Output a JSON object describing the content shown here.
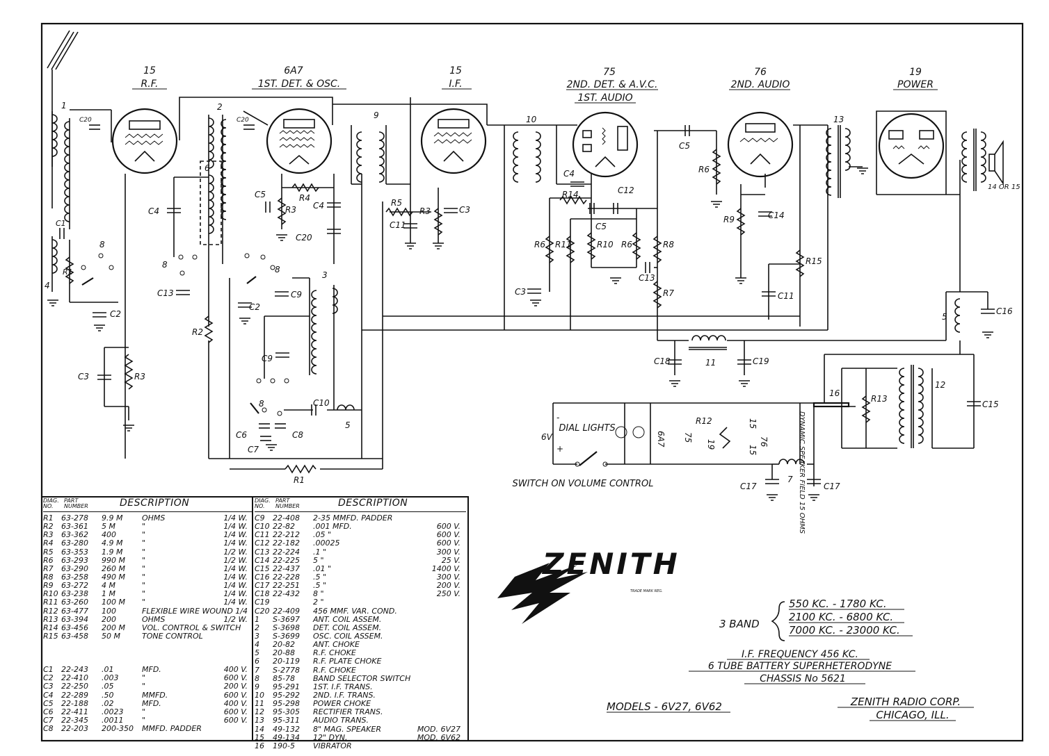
{
  "tubes": [
    {
      "type": "15",
      "function": "R.F."
    },
    {
      "type": "6A7",
      "function": "1ST. DET. & OSC."
    },
    {
      "type": "15",
      "function": "I.F."
    },
    {
      "type": "75",
      "function": "2ND. DET. & A.V.C.",
      "function2": "1ST. AUDIO"
    },
    {
      "type": "76",
      "function": "2ND. AUDIO"
    },
    {
      "type": "19",
      "function": "POWER"
    }
  ],
  "component_labels": {
    "C20a": "C20",
    "C20b": "C20",
    "C20c": "C20",
    "C1": "C1",
    "C2a": "C2",
    "C2b": "C2",
    "C3a": "C3",
    "C3b": "C3",
    "C3c": "C3",
    "C4a": "C4",
    "C4b": "C4",
    "C4c": "C4",
    "C5a": "C5",
    "C5b": "C5",
    "C5c": "C5",
    "C6": "C6",
    "C7": "C7",
    "C8": "C8",
    "C9a": "C9",
    "C9b": "C9",
    "C10": "C10",
    "C11a": "C11",
    "C11b": "C11",
    "C12": "C12",
    "C13a": "C13",
    "C13b": "C13",
    "C14": "C14",
    "C15": "C15",
    "C16": "C16",
    "C17a": "C17",
    "C17b": "C17",
    "C18": "C18",
    "C19": "C19",
    "R1a": "R1",
    "R1b": "R1",
    "R2": "R2",
    "R3a": "R3",
    "R3b": "R3",
    "R3c": "R3",
    "R4": "R4",
    "R5": "R5",
    "R6a": "R6",
    "R6b": "R6",
    "R6c": "R6",
    "R7": "R7",
    "R8": "R8",
    "R9": "R9",
    "R10": "R10",
    "R11": "R11",
    "R12": "R12",
    "R13": "R13",
    "R14": "R14",
    "R15": "R15",
    "n1": "1",
    "n2": "2",
    "n3": "3",
    "n4": "4",
    "n5a": "5",
    "n5b": "5",
    "n6": "6",
    "n7": "7",
    "n8a": "8",
    "n8b": "8",
    "n8c": "8",
    "n8d": "8",
    "n9": "9",
    "n10": "10",
    "n11": "11",
    "n12": "12",
    "n13": "13",
    "n16": "16",
    "speaker": "14 OR 15",
    "heater_6a7": "6A7",
    "heater_75": "75",
    "heater_19": "19",
    "heater_76": "76",
    "heater_15a": "15",
    "heater_15b": "15",
    "dynamic_field": "DYNAMIC SPEAKER FIELD 15 OHMS",
    "supply_v": "6V",
    "minus": "-",
    "plus": "+",
    "dial_lights": "DIAL LIGHTS",
    "switch": "SWITCH ON VOLUME CONTROL"
  },
  "parts_table": {
    "headers": {
      "diag": "DIAG. NO.",
      "part": "PART NUMBER",
      "description": "DESCRIPTION"
    },
    "left": [
      [
        "R1",
        "63-278",
        "9.9 M",
        "OHMS",
        "1/4 W."
      ],
      [
        "R2",
        "63-361",
        "5 M",
        "\"",
        "1/4 W."
      ],
      [
        "R3",
        "63-362",
        "400",
        "\"",
        "1/4 W."
      ],
      [
        "R4",
        "63-280",
        "4.9 M",
        "\"",
        "1/4 W."
      ],
      [
        "R5",
        "63-353",
        "1.9 M",
        "\"",
        "1/2 W."
      ],
      [
        "R6",
        "63-293",
        "990 M",
        "\"",
        "1/2 W."
      ],
      [
        "R7",
        "63-290",
        "260 M",
        "\"",
        "1/4 W."
      ],
      [
        "R8",
        "63-258",
        "490 M",
        "\"",
        "1/4 W."
      ],
      [
        "R9",
        "63-272",
        "4 M",
        "\"",
        "1/4 W."
      ],
      [
        "R10",
        "63-238",
        "1 M",
        "\"",
        "1/4 W."
      ],
      [
        "R11",
        "63-260",
        "100 M",
        "\"",
        "1/4 W."
      ],
      [
        "R12",
        "63-477",
        "100",
        "FLEXIBLE WIRE WOUND",
        "1/4"
      ],
      [
        "R13",
        "63-394",
        "200",
        "OHMS",
        "1/2 W."
      ],
      [
        "R14",
        "63-456",
        "200 M",
        "VOL. CONTROL & SWITCH",
        ""
      ],
      [
        "R15",
        "63-458",
        "50 M",
        "TONE CONTROL",
        ""
      ]
    ],
    "left_caps": [
      [
        "C1",
        "22-243",
        ".01",
        "MFD.",
        "400 V."
      ],
      [
        "C2",
        "22-410",
        ".003",
        "\"",
        "600 V."
      ],
      [
        "C3",
        "22-250",
        ".05",
        "\"",
        "200 V."
      ],
      [
        "C4",
        "22-289",
        ".50",
        "MMFD.",
        "600 V."
      ],
      [
        "C5",
        "22-188",
        ".02",
        "MFD.",
        "400 V."
      ],
      [
        "C6",
        "22-411",
        ".0023",
        "\"",
        "600 V."
      ],
      [
        "C7",
        "22-345",
        ".0011",
        "\"",
        "600 V."
      ],
      [
        "C8",
        "22-203",
        "200-350",
        "MMFD. PADDER",
        ""
      ]
    ],
    "right": [
      [
        "C9",
        "22-408",
        "2-35 MMFD. PADDER",
        ""
      ],
      [
        "C10",
        "22-82",
        ".001  MFD.",
        "600 V."
      ],
      [
        "C11",
        "22-212",
        ".05  \"",
        "600 V."
      ],
      [
        "C12",
        "22-182",
        ".00025",
        "600 V."
      ],
      [
        "C13",
        "22-224",
        ".1  \"",
        "300 V."
      ],
      [
        "C14",
        "22-225",
        "5  \"",
        "25 V."
      ],
      [
        "C15",
        "22-437",
        ".01  \"",
        "1400 V."
      ],
      [
        "C16",
        "22-228",
        ".5  \"",
        "300 V."
      ],
      [
        "C17",
        "22-251",
        ".5  \"",
        "200 V."
      ],
      [
        "C18",
        "22-432",
        "8  \"",
        "250 V."
      ],
      [
        "C19",
        "",
        "2  \"",
        ""
      ],
      [
        "C20",
        "22-409",
        "456 MMF. VAR. COND.",
        ""
      ],
      [
        "1",
        "S-3697",
        "ANT. COIL ASSEM.",
        ""
      ],
      [
        "2",
        "S-3698",
        "DET. COIL ASSEM.",
        ""
      ],
      [
        "3",
        "S-3699",
        "OSC. COIL ASSEM.",
        ""
      ],
      [
        "4",
        "20-82",
        "ANT. CHOKE",
        ""
      ],
      [
        "5",
        "20-88",
        "R.F. CHOKE",
        ""
      ],
      [
        "6",
        "20-119",
        "R.F. PLATE CHOKE",
        ""
      ],
      [
        "7",
        "S-2778",
        "R.F. CHOKE",
        ""
      ],
      [
        "8",
        "85-78",
        "BAND SELECTOR SWITCH",
        ""
      ],
      [
        "9",
        "95-291",
        "1ST. I.F. TRANS.",
        ""
      ],
      [
        "10",
        "95-292",
        "2ND. I.F. TRANS.",
        ""
      ],
      [
        "11",
        "95-298",
        "POWER CHOKE",
        ""
      ],
      [
        "12",
        "95-305",
        "RECTIFIER TRANS.",
        ""
      ],
      [
        "13",
        "95-311",
        "AUDIO TRANS.",
        ""
      ],
      [
        "14",
        "49-132",
        "8\" MAG. SPEAKER",
        "MOD. 6V27"
      ],
      [
        "15",
        "49-134",
        "12\" DYN.",
        "MOD. 6V62"
      ],
      [
        "16",
        "190-5",
        "VIBRATOR",
        ""
      ]
    ]
  },
  "brand": "ZENITH",
  "trademark": "TRADE MARK REG.",
  "bands": {
    "label": "3 BAND",
    "ranges": [
      "550 KC. - 1780 KC.",
      "2100 KC. - 6800 KC.",
      "7000 KC. - 23000 KC."
    ]
  },
  "specs": [
    "I.F. FREQUENCY 456 KC.",
    "6 TUBE BATTERY SUPERHETERODYNE",
    "CHASSIS No 5621"
  ],
  "models": "MODELS - 6V27, 6V62",
  "maker": [
    "ZENITH RADIO CORP.",
    "CHICAGO, ILL."
  ]
}
